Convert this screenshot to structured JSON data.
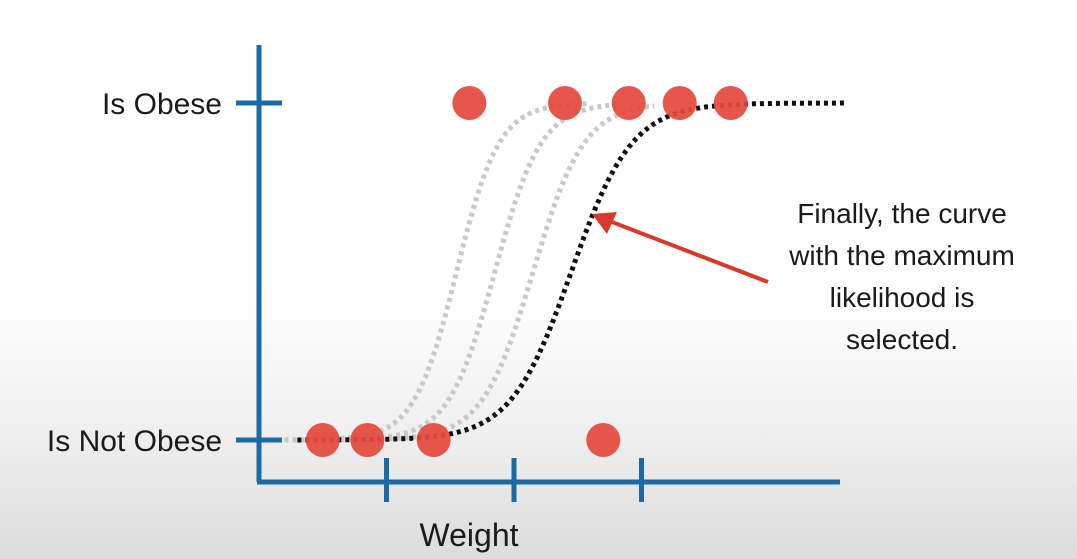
{
  "chart_data": {
    "type": "scatter",
    "title": "",
    "xlabel": "Weight",
    "ylabel": "",
    "y_categories": [
      "Is Not Obese",
      "Is Obese"
    ],
    "x_ticks": [
      1,
      2,
      3
    ],
    "xlim": [
      0,
      4.6
    ],
    "ylim": [
      0,
      1
    ],
    "grid": false,
    "point_color": "#e5493c",
    "axis_color": "#1b6aa6",
    "points": [
      {
        "x": 0.5,
        "y": 0
      },
      {
        "x": 0.85,
        "y": 0
      },
      {
        "x": 1.37,
        "y": 0
      },
      {
        "x": 2.7,
        "y": 0
      },
      {
        "x": 1.65,
        "y": 1
      },
      {
        "x": 2.4,
        "y": 1
      },
      {
        "x": 2.9,
        "y": 1
      },
      {
        "x": 3.3,
        "y": 1
      },
      {
        "x": 3.7,
        "y": 1
      }
    ],
    "curves": [
      {
        "midpoint": 1.55,
        "steepness": 6.0,
        "x_range": [
          0.2,
          2.6
        ],
        "color": "#c8c8c8",
        "style": "dotted"
      },
      {
        "midpoint": 1.85,
        "steepness": 5.5,
        "x_range": [
          0.2,
          2.8
        ],
        "color": "#c8c8c8",
        "style": "dotted"
      },
      {
        "midpoint": 2.15,
        "steepness": 5.0,
        "x_range": [
          0.2,
          3.1
        ],
        "color": "#c8c8c8",
        "style": "dotted"
      },
      {
        "midpoint": 2.45,
        "steepness": 4.2,
        "x_range": [
          0.3,
          4.6
        ],
        "color": "#111111",
        "style": "dotted",
        "selected": true
      }
    ],
    "annotation": {
      "lines": [
        "Finally, the curve",
        "with the maximum",
        "likelihood is",
        "selected."
      ],
      "arrow_color": "#d63a2b"
    }
  }
}
